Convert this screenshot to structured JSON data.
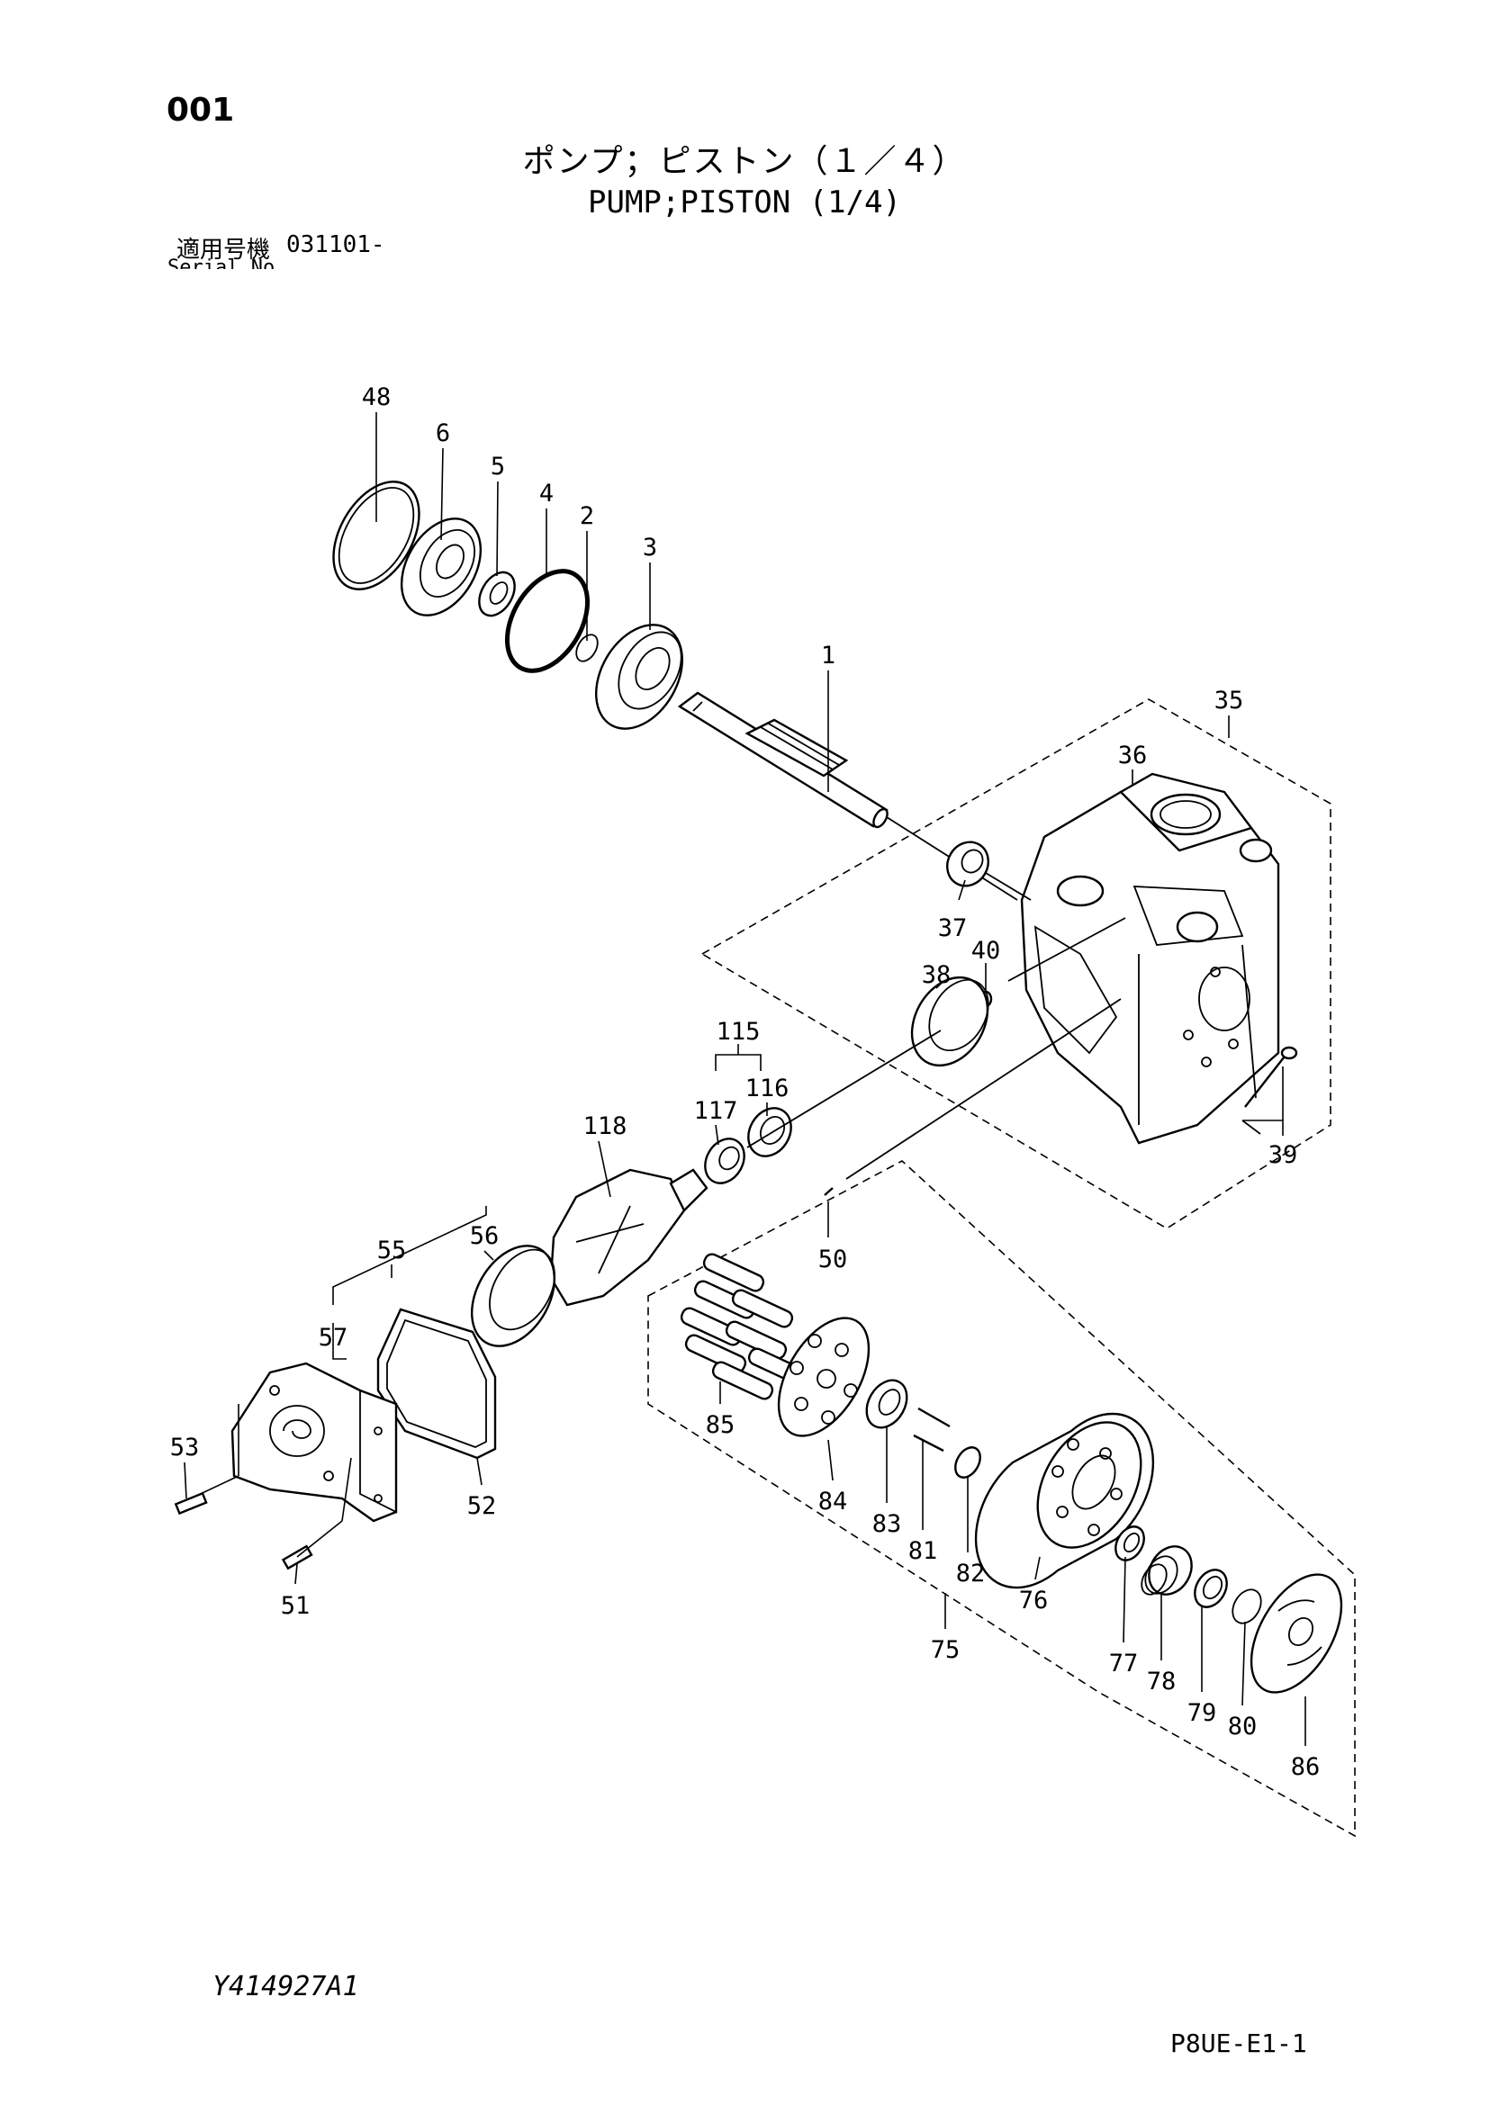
{
  "header": {
    "page_number": "001",
    "title_jp": "ポンプ；ピストン（１／４）",
    "title_en": "PUMP;PISTON (1/4)",
    "serial_label": "適用号機",
    "serial_label_en": "Serial No.",
    "serial_value": "031101-"
  },
  "footer": {
    "drawing_code": "Y414927A1",
    "page_ref": "P8UE-E1-1"
  },
  "callouts": {
    "c48": "48",
    "c6": "6",
    "c5": "5",
    "c4": "4",
    "c2": "2",
    "c3": "3",
    "c1": "1",
    "c35": "35",
    "c36": "36",
    "c37": "37",
    "c40": "40",
    "c38": "38",
    "c39": "39",
    "c115": "115",
    "c116": "116",
    "c117": "117",
    "c118": "118",
    "c50": "50",
    "c55": "55",
    "c56": "56",
    "c57": "57",
    "c53": "53",
    "c52": "52",
    "c51": "51",
    "c85": "85",
    "c84": "84",
    "c83": "83",
    "c81": "81",
    "c82": "82",
    "c76": "76",
    "c75": "75",
    "c77": "77",
    "c78": "78",
    "c79": "79",
    "c80": "80",
    "c86": "86"
  }
}
